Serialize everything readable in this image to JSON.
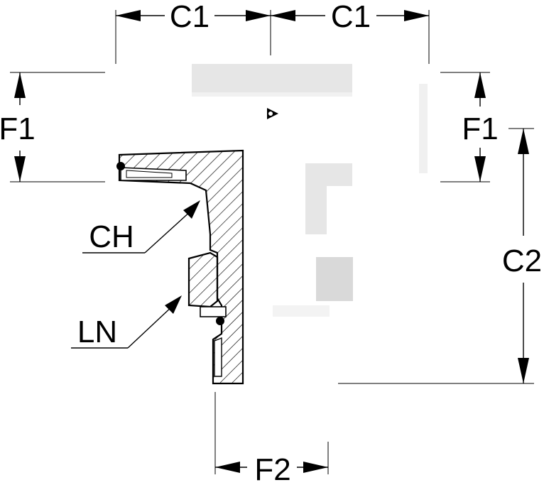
{
  "labels": {
    "c1_left": "C1",
    "c1_right": "C1",
    "f1_left": "F1",
    "f1_right": "F1",
    "c2": "C2",
    "f2": "F2",
    "ch": "CH",
    "ln": "LN"
  },
  "colors": {
    "stroke": "#000000",
    "body_fill": "#ffffff",
    "body_shade": "#e6e6e6"
  },
  "icons": {
    "brand_mark": "dunlop-logo-icon"
  }
}
